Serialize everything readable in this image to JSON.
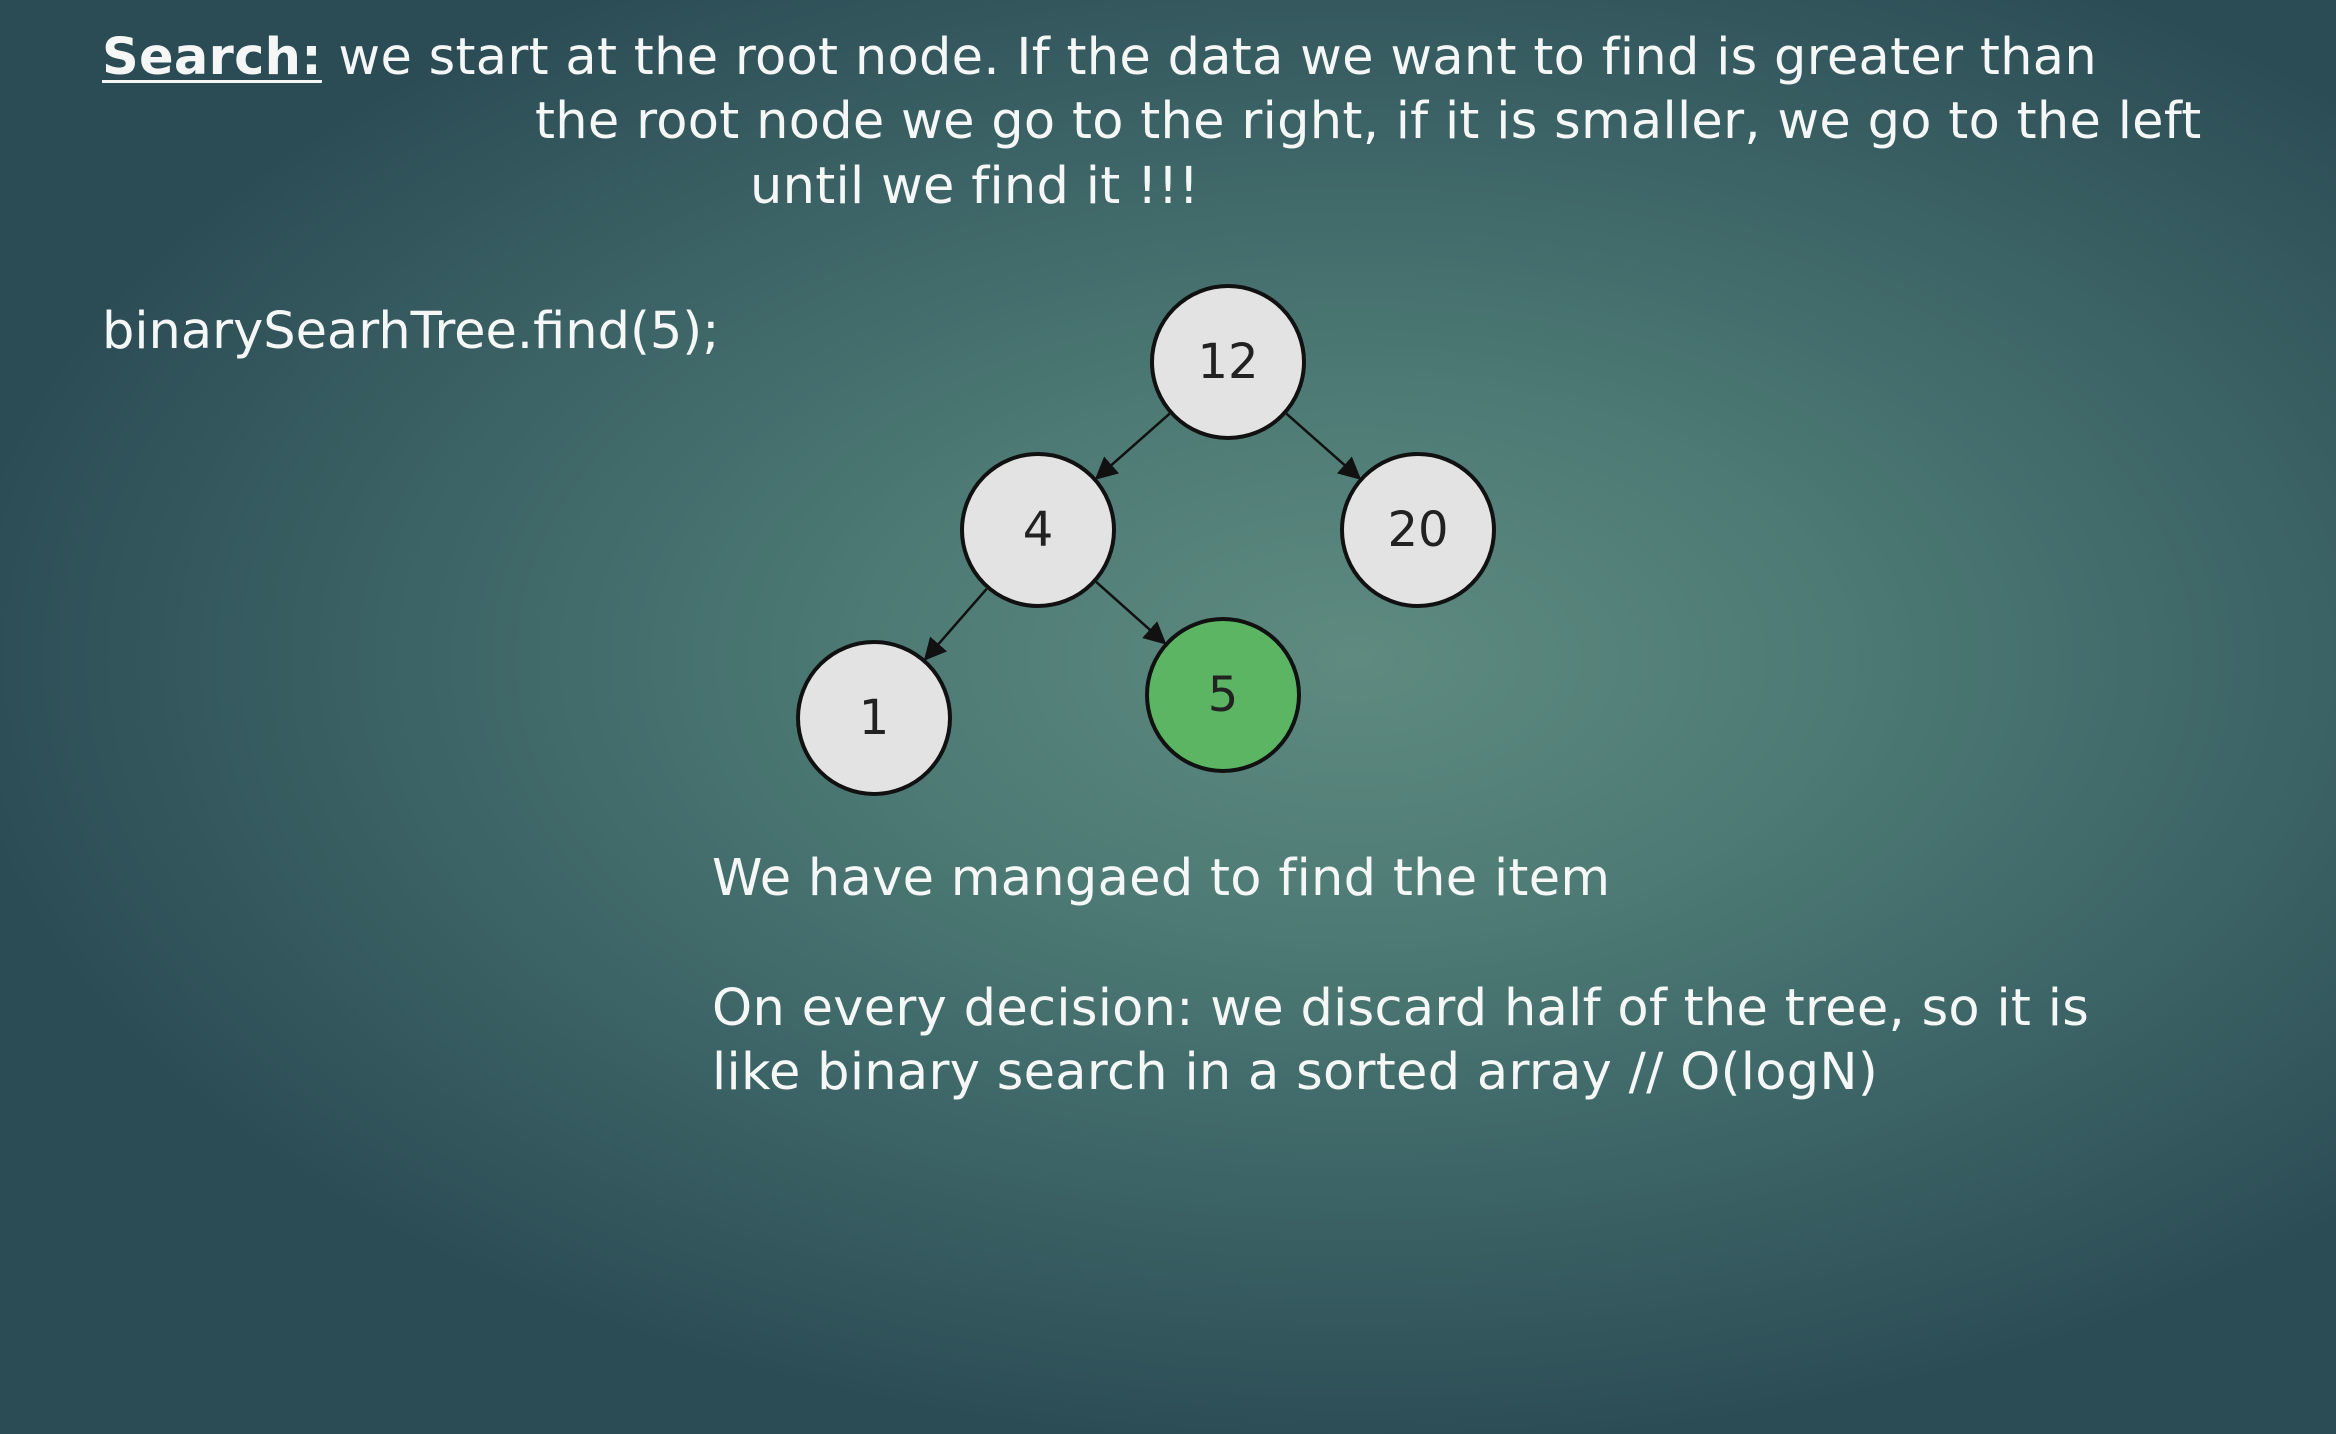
{
  "heading": {
    "keyword": "Search:",
    "line1": " we start at the root node. If the data we want to find is greater than",
    "line2": "the root node we go to the right, if it is smaller, we go to the left",
    "line3": "until we find it !!!"
  },
  "code": {
    "call": "binarySearhTree.find(5);"
  },
  "tree": {
    "nodes": [
      {
        "id": "n12",
        "label": "12",
        "highlight": false
      },
      {
        "id": "n4",
        "label": "4",
        "highlight": false
      },
      {
        "id": "n20",
        "label": "20",
        "highlight": false
      },
      {
        "id": "n1",
        "label": "1",
        "highlight": false
      },
      {
        "id": "n5",
        "label": "5",
        "highlight": true
      }
    ],
    "edges": [
      {
        "from": "n12",
        "to": "n4"
      },
      {
        "from": "n12",
        "to": "n20"
      },
      {
        "from": "n4",
        "to": "n1"
      },
      {
        "from": "n4",
        "to": "n5"
      }
    ]
  },
  "colors": {
    "node_fill": "#e3e3e3",
    "node_highlight": "#5cb563",
    "node_stroke": "#111111",
    "edge": "#111111"
  },
  "result": {
    "found": "We have mangaed to find the item",
    "note_line1": "On every decision: we discard half of the tree, so it is",
    "note_line2": "like binary search in a sorted array // O(logN)"
  }
}
